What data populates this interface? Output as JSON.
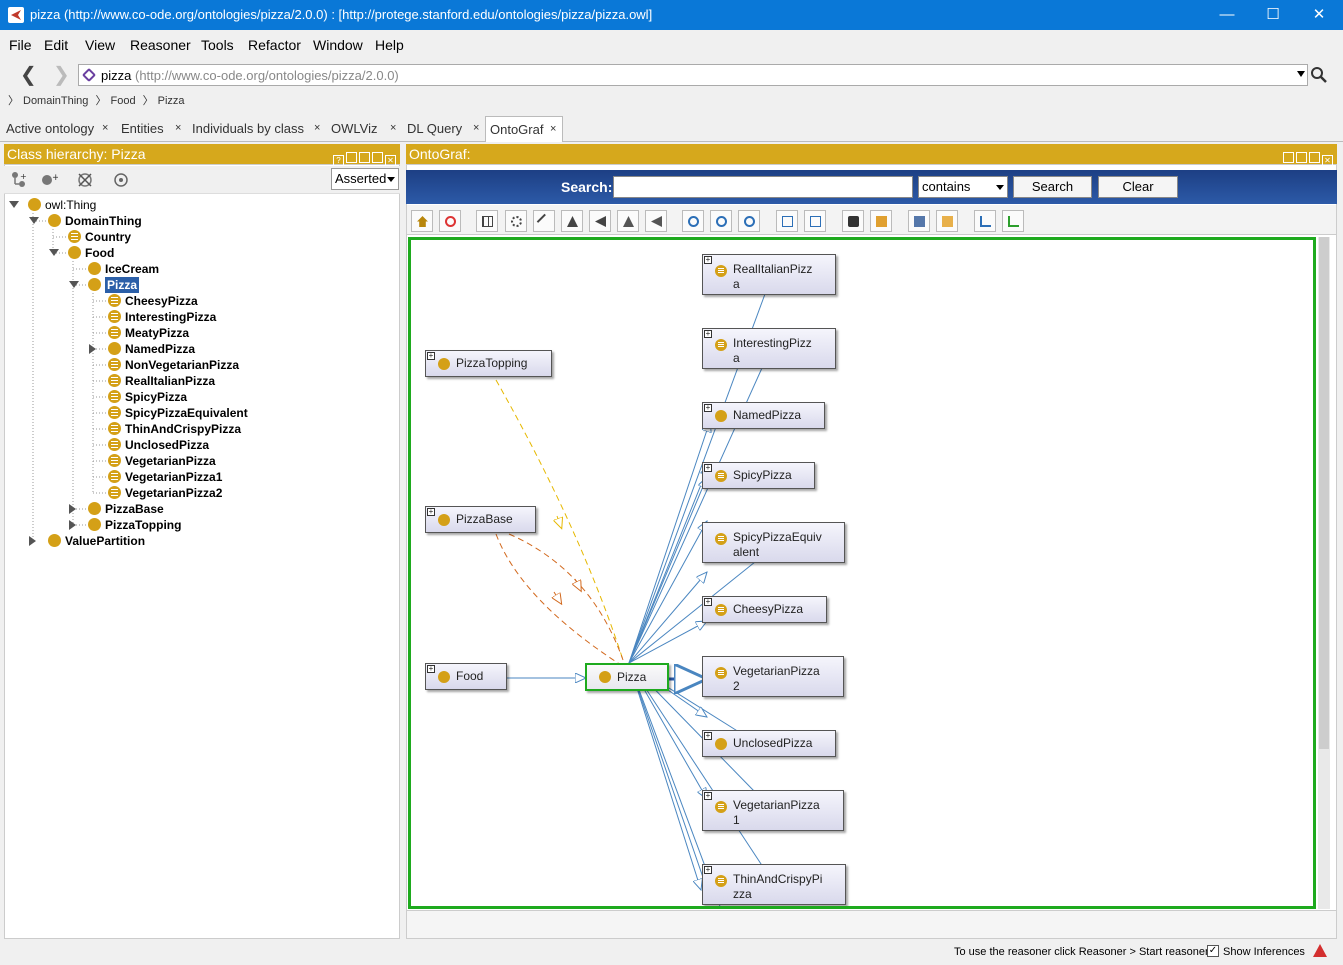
{
  "window": {
    "title": "pizza (http://www.co-ode.org/ontologies/pizza/2.0.0)  : [http://protege.stanford.edu/ontologies/pizza/pizza.owl]",
    "minimize": "—",
    "maximize": "☐",
    "close": "✕"
  },
  "menu": [
    "File",
    "Edit",
    "View",
    "Reasoner",
    "Tools",
    "Refactor",
    "Window",
    "Help"
  ],
  "nav": {
    "back": "❮",
    "forward": "❯",
    "ontology_name": "pizza",
    "ontology_uri": "(http://www.co-ode.org/ontologies/pizza/2.0.0)"
  },
  "breadcrumb": [
    "DomainThing",
    "Food",
    "Pizza"
  ],
  "tabs": [
    "Active ontology",
    "Entities",
    "Individuals by class",
    "OWLViz",
    "DL Query",
    "OntoGraf"
  ],
  "tab_close": "×",
  "left_panel": {
    "title": "Class hierarchy: Pizza",
    "view_mode": "Asserted",
    "tree": [
      {
        "label": "owl:Thing",
        "bold": false
      },
      {
        "label": "DomainThing"
      },
      {
        "label": "Country"
      },
      {
        "label": "Food"
      },
      {
        "label": "IceCream"
      },
      {
        "label": "Pizza"
      },
      {
        "label": "CheesyPizza"
      },
      {
        "label": "InterestingPizza"
      },
      {
        "label": "MeatyPizza"
      },
      {
        "label": "NamedPizza"
      },
      {
        "label": "NonVegetarianPizza"
      },
      {
        "label": "RealItalianPizza"
      },
      {
        "label": "SpicyPizza"
      },
      {
        "label": "SpicyPizzaEquivalent"
      },
      {
        "label": "ThinAndCrispyPizza"
      },
      {
        "label": "UnclosedPizza"
      },
      {
        "label": "VegetarianPizza"
      },
      {
        "label": "VegetarianPizza1"
      },
      {
        "label": "VegetarianPizza2"
      },
      {
        "label": "PizzaBase"
      },
      {
        "label": "PizzaTopping"
      },
      {
        "label": "ValuePartition"
      }
    ]
  },
  "right_panel": {
    "title": "OntoGraf:",
    "search_label": "Search:",
    "search_value": "",
    "match_mode": "contains",
    "search_button": "Search",
    "clear_button": "Clear",
    "nodes": {
      "real_italian": [
        "RealItalianPizz",
        "a"
      ],
      "interesting": [
        "InterestingPizz",
        "a"
      ],
      "named": [
        "NamedPizza"
      ],
      "spicy": [
        "SpicyPizza"
      ],
      "spicy_equiv": [
        "SpicyPizzaEquiv",
        "alent"
      ],
      "cheesy": [
        "CheesyPizza"
      ],
      "veg2": [
        "VegetarianPizza",
        "2"
      ],
      "unclosed": [
        "UnclosedPizza"
      ],
      "veg1": [
        "VegetarianPizza",
        "1"
      ],
      "thin": [
        "ThinAndCrispyPi",
        "zza"
      ],
      "topping": [
        "PizzaTopping"
      ],
      "base": [
        "PizzaBase"
      ],
      "food": [
        "Food"
      ],
      "pizza": [
        "Pizza"
      ]
    }
  },
  "status": {
    "message": "To use the reasoner click Reasoner > Start reasoner",
    "show_inferences_label": "Show Inferences",
    "show_inferences_checked": "✓"
  },
  "colors": {
    "titlebar": "#0a78d7",
    "panel_header": "#d6a81c",
    "class_dot": "#d4a017",
    "focus_border": "#1eaa1e",
    "edge_subclass": "#4a86c0",
    "edge_topping": "#e6b800",
    "edge_base": "#d2691e"
  }
}
